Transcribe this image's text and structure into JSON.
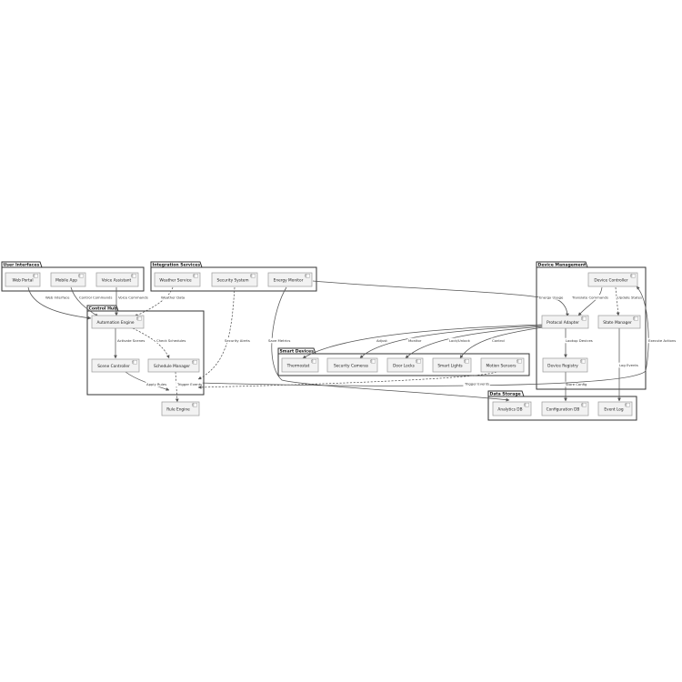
{
  "packages": {
    "user_interfaces": "User Interfaces",
    "integration_services": "Integration Services",
    "device_management": "Device Management",
    "control_hub": "Control Hub",
    "smart_devices": "Smart Devices",
    "data_storage": "Data Storage"
  },
  "components": {
    "web_portal": "Web Portal",
    "mobile_app": "Mobile App",
    "voice_assistant": "Voice Assistant",
    "weather_service": "Weather Service",
    "security_system": "Security System",
    "energy_monitor": "Energy Monitor",
    "device_controller": "Device Controller",
    "protocol_adapter": "Protocol Adapter",
    "state_manager": "State Manager",
    "device_registry": "Device Registry",
    "automation_engine": "Automation Engine",
    "scene_controller": "Scene Controller",
    "schedule_manager": "Schedule Manager",
    "rule_engine": "Rule Engine",
    "thermostat": "Thermostat",
    "security_cameras": "Security Cameras",
    "door_locks": "Door Locks",
    "smart_lights": "Smart Lights",
    "motion_sensors": "Motion Sensors",
    "analytics_db": "Analytics DB",
    "configuration_db": "Configuration DB",
    "event_log": "Event Log"
  },
  "edges": {
    "web_interface": "Web Interface",
    "control_commands": "Control Commands",
    "voice_commands": "Voice Commands",
    "weather_data": "Weather Data",
    "security_alerts": "Security Alerts",
    "save_metrics": "Save Metrics",
    "energy_usage": "Energy Usage",
    "translate_commands": "Translate Commands",
    "update_states": "Update States",
    "activate_scenes": "Activate Scenes",
    "check_schedules": "Check Schedules",
    "adjust": "Adjust",
    "monitor": "Monitor",
    "lock_unlock": "Lock/Unlock",
    "control": "Control",
    "lookup_devices": "Lookup Devices",
    "execute_actions": "Execute Actions",
    "apply_rules": "Apply Rules",
    "trigger_events_1": "Trigger Events",
    "trigger_events_2": "Trigger Events",
    "store_config": "Store Config",
    "log_events": "Log Events"
  }
}
